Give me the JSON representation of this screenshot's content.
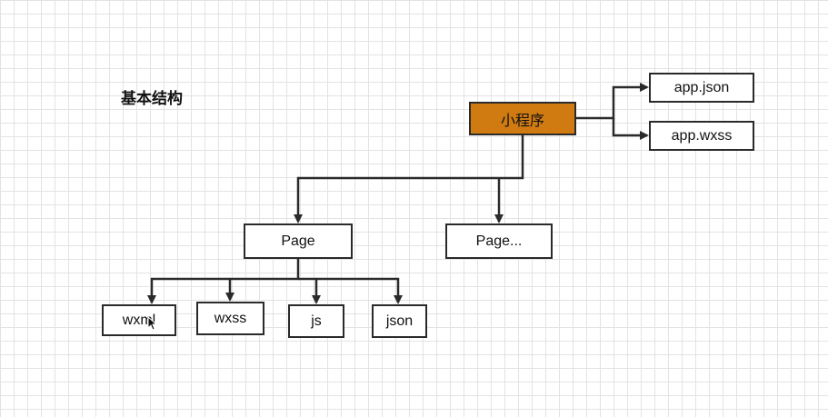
{
  "title": "基本结构",
  "nodes": {
    "root": "小程序",
    "app_json": "app.json",
    "app_wxss": "app.wxss",
    "page": "Page",
    "page_more": "Page...",
    "wxml": "wxml",
    "wxss": "wxss",
    "js": "js",
    "json": "json"
  },
  "colors": {
    "root_fill": "#d07a12",
    "stroke": "#2a2a2a",
    "grid": "#e3e3e3"
  }
}
